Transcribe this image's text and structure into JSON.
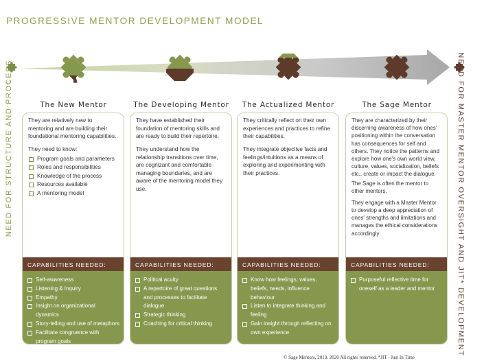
{
  "title": "PROGRESSIVE MENTOR DEVELOPMENT MODEL",
  "side_left": "NEED FOR STRUCTURE AND PROCESS",
  "side_right": "NEED FOR MASTER MENTOR OVERSIGHT AND JIT* DEVELOPMENT",
  "colors": {
    "green": "#86984e",
    "brown": "#5e3a2a",
    "gray": "#b4b4b4"
  },
  "stages": [
    {
      "title": "The New Mentor",
      "paragraphs": [
        "They are relatively new to mentoring and are building their foundational mentoring capabilities.",
        "They need to know:"
      ],
      "needs": [
        "Program goals and parameters",
        "Roles and responsibilities",
        "Knowledge of the process",
        "Resources available",
        "A mentoring model"
      ],
      "cap_header": "CAPABILITIES NEEDED:",
      "capabilities": [
        "Self-awareness",
        "Listening & Inquiry",
        "Empathy",
        "Insight on organizational dynamics",
        "Story-telling and use of metaphors",
        "Facilitate congruence with program goals"
      ]
    },
    {
      "title": "The Developing Mentor",
      "paragraphs": [
        "They have established their foundation of mentoring skills and are ready to build their repertoire.",
        "They understand how the relationship transitions over time, are cognizant and comfortable managing boundaries, and are aware of the mentoring model they use."
      ],
      "needs": [],
      "cap_header": "CAPABILITIES NEEDED:",
      "capabilities": [
        "Political acuity",
        "A repertoire of great questions and processes to facilitate dialogue",
        "Strategic thinking",
        "Coaching for critical thinking"
      ]
    },
    {
      "title": "The Actualized Mentor",
      "paragraphs": [
        "They critically reflect on their own experiences and practices to refine their capabilities.",
        "They integrate objective facts and feelings/intuitions as a means of exploring and experimenting with their practices."
      ],
      "needs": [],
      "cap_header": "CAPABILITIES NEEDED:",
      "capabilities": [
        "Know how feelings, values, beliefs, needs, influence behaviour",
        "Listen to integrate thinking and feeling",
        "Gain insight through reflecting on own experience"
      ]
    },
    {
      "title": "The Sage Mentor",
      "paragraphs": [
        "They are characterized by their discerning awareness of how ones' positioning within the conversation has consequences for self and others. They notice the patterns and explore how one's own world view, culture, values, socialization, beliefs etc., create or impact the dialogue.",
        "The Sage is often the mentor to other mentors.",
        "They engage with a Master Mentor to develop a deep appreciation of ones' strengths and limitations and manages the ethical considerations accordingly"
      ],
      "needs": [],
      "cap_header": "CAPABILITIES NEEDED:",
      "capabilities": [
        "Purposeful reflective time for oneself as a leader and mentor"
      ]
    }
  ],
  "footer": "© Sage Mentors, 2019. 2020 All rights reserved.  *JIT - Just In Time"
}
